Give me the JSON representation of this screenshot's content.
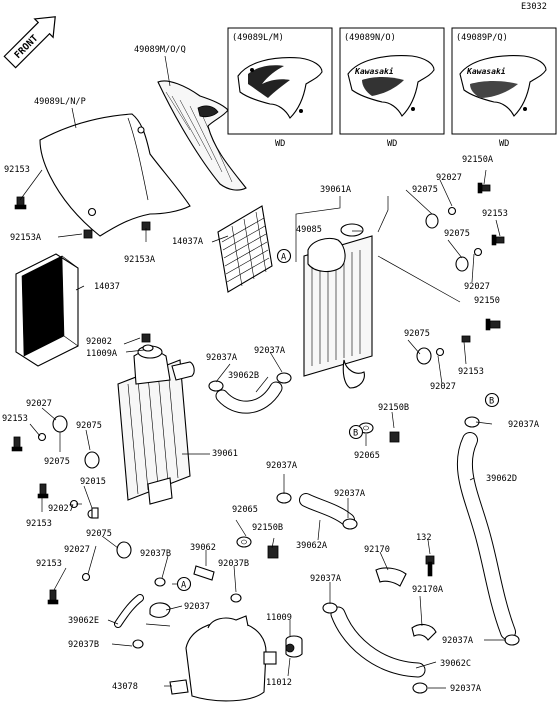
{
  "diagram_id": "E3032",
  "front_label": "FRONT",
  "variant_boxes": [
    {
      "code": "(49089L/M)",
      "caption": "WD"
    },
    {
      "code": "(49089N/O)",
      "caption": "WD",
      "logo": "Kawasaki"
    },
    {
      "code": "(49089P/Q)",
      "caption": "WD",
      "logo": "Kawasaki"
    }
  ],
  "ref_markers": {
    "a": "A",
    "b": "B"
  },
  "labels": {
    "p49089MOQ": "49089M/O/Q",
    "p49089LNP": "49089L/N/P",
    "p92153_shroud": "92153",
    "p92153A_left": "92153A",
    "p92153A_mid": "92153A",
    "p14037A": "14037A",
    "p14037": "14037",
    "p39061A": "39061A",
    "p49085": "49085",
    "p92075_a": "92075",
    "p92027_a": "92027",
    "p92150A": "92150A",
    "p92153_r1": "92153",
    "p92075_b": "92075",
    "p92027_b": "92027",
    "p92150": "92150",
    "p92075_c": "92075",
    "p92153_r2": "92153",
    "p92027_c": "92027",
    "p92002": "92002",
    "p11009A": "11009A",
    "p92037A_1": "92037A",
    "p92037A_2": "92037A",
    "p39062B": "39062B",
    "p92150B_1": "92150B",
    "p92037A_r": "92037A",
    "p92027_l1": "92027",
    "p92153_l1": "92153",
    "p92075_l1": "92075",
    "p92075_l2": "92075",
    "p39061": "39061",
    "p92065_1": "92065",
    "p39062D": "39062D",
    "p92015": "92015",
    "p92027_l2": "92027",
    "p92153_l2": "92153",
    "p92037A_3": "92037A",
    "p92037A_4": "92037A",
    "p92065_2": "92065",
    "p92150B_2": "92150B",
    "p39062A": "39062A",
    "p92075_l3": "92075",
    "p92027_l3": "92027",
    "p92037B_1": "92037B",
    "p39062": "39062",
    "p92037B_2": "92037B",
    "p92170": "92170",
    "p132": "132",
    "p92153_l3": "92153",
    "p92037": "92037",
    "p92037A_5": "92037A",
    "p92170A": "92170A",
    "p39062E": "39062E",
    "p92037B_3": "92037B",
    "p11009": "11009",
    "p43078": "43078",
    "p11012": "11012",
    "p92037A_6": "92037A",
    "p39062C": "39062C",
    "p92037A_7": "92037A"
  }
}
